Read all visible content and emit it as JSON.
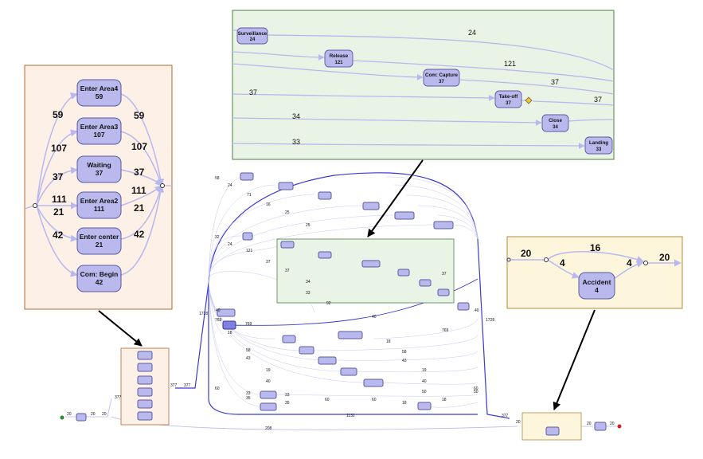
{
  "left_zoom": {
    "nodes": [
      {
        "name": "Enter Area4",
        "count": "59"
      },
      {
        "name": "Enter Area3",
        "count": "107"
      },
      {
        "name": "Waiting",
        "count": "37"
      },
      {
        "name": "Enter Area2",
        "count": "111"
      },
      {
        "name": "Enter center",
        "count": "21"
      },
      {
        "name": "Com: Begin",
        "count": "42"
      }
    ],
    "in_labels": [
      "59",
      "107",
      "37",
      "111",
      "21",
      "42"
    ],
    "out_labels": [
      "59",
      "107",
      "37",
      "111",
      "21",
      "42"
    ]
  },
  "top_zoom": {
    "nodes": [
      {
        "name": "Surveillance",
        "count": "24"
      },
      {
        "name": "Release",
        "count": "121"
      },
      {
        "name": "Com: Capture",
        "count": "37"
      },
      {
        "name": "Take-off",
        "count": "37"
      },
      {
        "name": "Close",
        "count": "34"
      },
      {
        "name": "Landing",
        "count": "33"
      }
    ],
    "labels": [
      "24",
      "121",
      "37",
      "37",
      "37",
      "34",
      "33"
    ]
  },
  "right_zoom": {
    "node": {
      "name": "Accident",
      "count": "4"
    },
    "labels": [
      "20",
      "16",
      "4",
      "4",
      "20"
    ]
  },
  "overview": {
    "flow_labels": [
      "20",
      "20",
      "20",
      "377",
      "377",
      "377",
      "1131",
      "1728",
      "1728",
      "377",
      "20",
      "20",
      "20",
      "208",
      "769",
      "769",
      "769",
      "92",
      "40",
      "40",
      "40",
      "18",
      "18",
      "58",
      "58",
      "43",
      "43",
      "19",
      "19",
      "40",
      "40",
      "60",
      "60",
      "33",
      "33",
      "35",
      "35",
      "60",
      "60",
      "50",
      "50",
      "18",
      "18",
      "58",
      "24",
      "71",
      "16",
      "25",
      "25",
      "32",
      "24",
      "121",
      "37",
      "37",
      "37",
      "34",
      "33"
    ]
  }
}
